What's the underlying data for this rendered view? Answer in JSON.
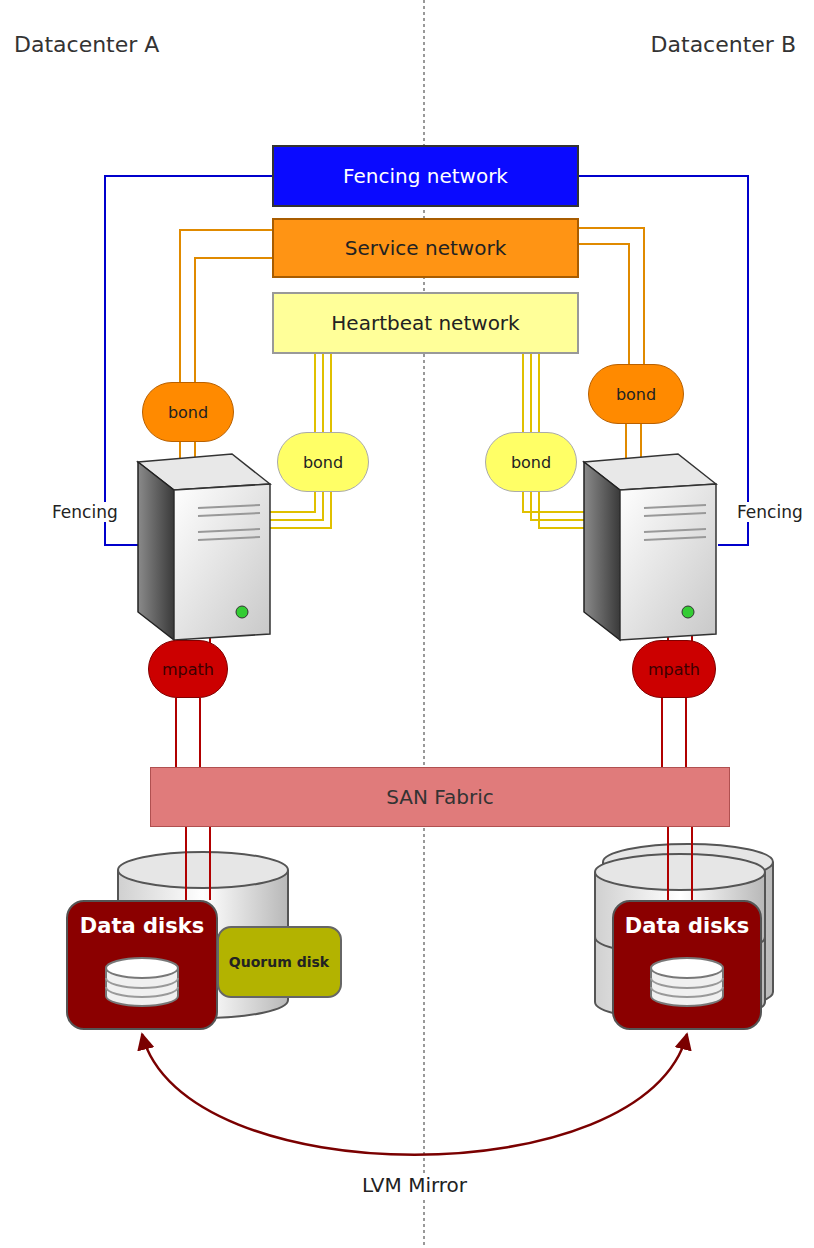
{
  "diagram": {
    "nodes": [
      {
        "text": [
          "Fencing network"
        ]
      },
      {
        "text": [
          "Service network"
        ]
      },
      {
        "text": [
          "Heartbeat network"
        ]
      },
      {
        "text": [
          "bond"
        ]
      },
      {
        "text": [
          "bond"
        ]
      },
      {
        "text": [
          "bond"
        ]
      },
      {
        "text": [
          "bond"
        ]
      },
      {
        "text": [
          "mpath"
        ]
      },
      {
        "text": [
          "mpath"
        ]
      },
      {
        "text": [
          "SAN Fabric"
        ]
      },
      {
        "text": [
          "Data disks"
        ]
      },
      {
        "text": [
          "Quorum disk"
        ]
      },
      {
        "text": [
          "Data disks"
        ]
      }
    ],
    "edges": [
      {
        "from": 1,
        "to": 3,
        "arrow": "none"
      },
      {
        "from": 2,
        "to": 4,
        "arrow": "none"
      },
      {
        "from": 2,
        "to": 5,
        "arrow": "none"
      },
      {
        "from": 1,
        "to": 6,
        "arrow": "none"
      },
      {
        "from": 7,
        "to": 9,
        "arrow": "none"
      },
      {
        "from": 8,
        "to": 9,
        "arrow": "none"
      },
      {
        "from": 9,
        "to": 10,
        "arrow": "none"
      },
      {
        "from": 9,
        "to": 12,
        "arrow": "none"
      },
      {
        "from": 10,
        "to": 12,
        "label": "LVM Mirror",
        "arrow": "both"
      }
    ],
    "labels": [
      "Datacenter A",
      "Datacenter B",
      "Fencing",
      "Fencing"
    ]
  }
}
